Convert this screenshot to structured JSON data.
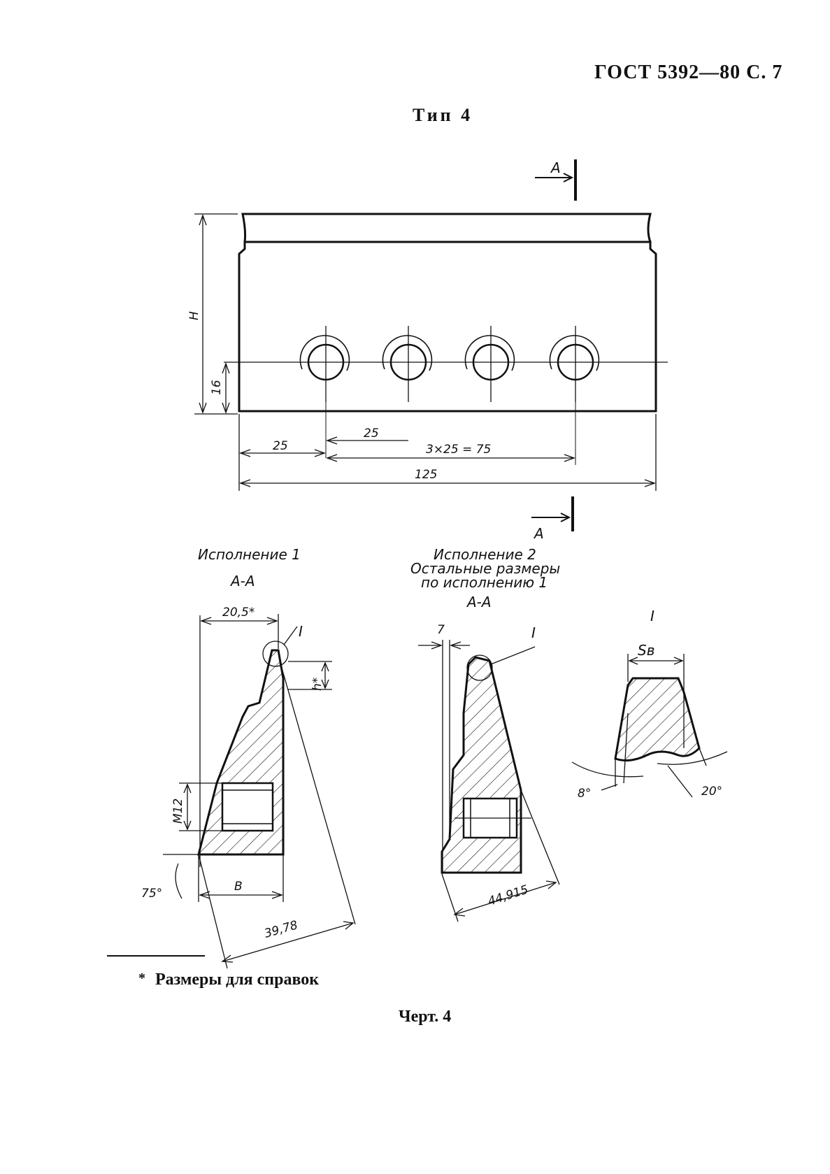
{
  "header": {
    "standard": "ГОСТ 5392—80 С. 7",
    "type_title": "Тип 4"
  },
  "front_view": {
    "section_mark": "А",
    "dims": {
      "h": "H",
      "hole_height": "16",
      "left_offset": "25",
      "pitch": "25",
      "hole_span": "3×25 = 75",
      "total_length": "125"
    }
  },
  "variant1": {
    "title": "Исполнение 1",
    "section": "А-А",
    "dims": {
      "width_top": "20,5*",
      "detail_mark": "I",
      "h_star": "h*",
      "thread": "M12",
      "angle": "75°",
      "base": "B",
      "slant": "39,78"
    }
  },
  "variant2": {
    "title": "Исполнение 2",
    "note_line1": "Остальные размеры",
    "note_line2": "по исполнению 1",
    "section": "А-А",
    "dims": {
      "offset": "7",
      "detail_mark": "I",
      "slant": "44,915"
    }
  },
  "detail": {
    "title": "I",
    "sv": "Sв",
    "angle_left": "8°",
    "angle_right": "20°"
  },
  "footnote": {
    "star": "*",
    "text": "Размеры для справок"
  },
  "caption": "Черт. 4"
}
